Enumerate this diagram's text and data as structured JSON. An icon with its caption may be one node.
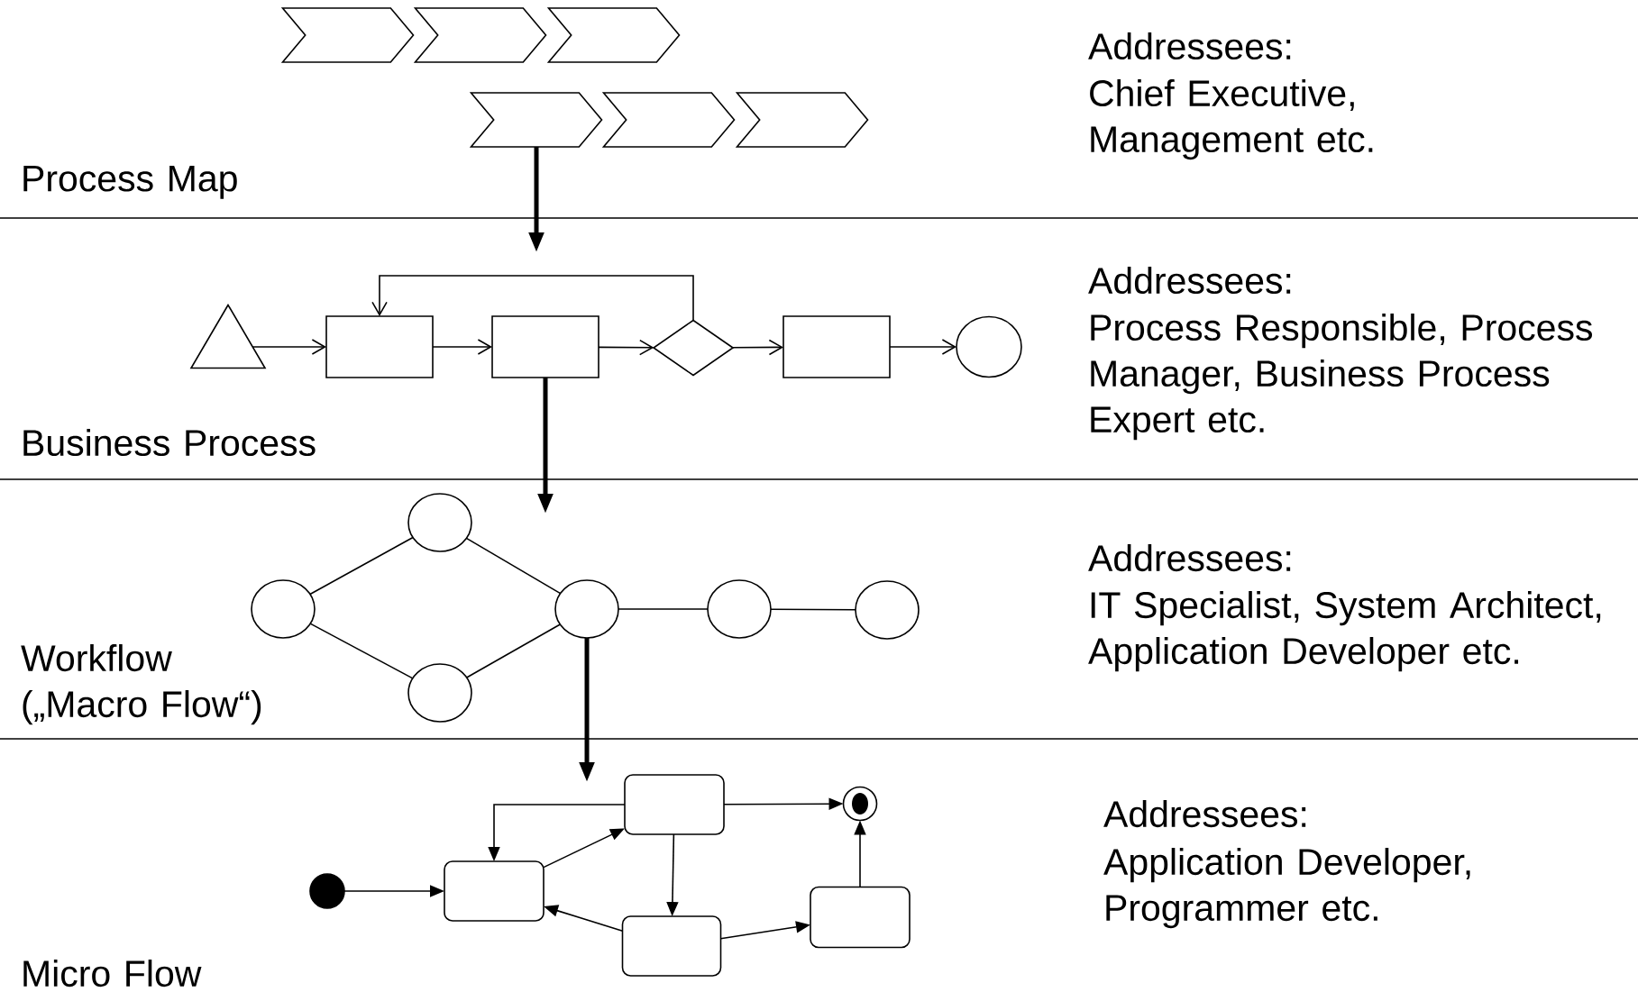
{
  "diagram": {
    "nodes": [
      {
        "text": [],
        "shape": "chevron"
      },
      {
        "text": [],
        "shape": "chevron"
      },
      {
        "text": [],
        "shape": "chevron"
      },
      {
        "text": [],
        "shape": "chevron"
      },
      {
        "text": [],
        "shape": "chevron"
      },
      {
        "text": [],
        "shape": "chevron"
      },
      {
        "text": [],
        "shape": "triangle"
      },
      {
        "text": [],
        "shape": "box"
      },
      {
        "text": [],
        "shape": "box"
      },
      {
        "text": [],
        "shape": "diamond"
      },
      {
        "text": [],
        "shape": "box"
      },
      {
        "text": [],
        "shape": "circle"
      },
      {
        "text": [],
        "shape": "circle"
      },
      {
        "text": [],
        "shape": "circle"
      },
      {
        "text": [],
        "shape": "circle"
      },
      {
        "text": [],
        "shape": "circle"
      },
      {
        "text": [],
        "shape": "circle"
      },
      {
        "text": [],
        "shape": "circle"
      },
      {
        "text": [],
        "shape": "dot"
      },
      {
        "text": [],
        "shape": "box"
      },
      {
        "text": [],
        "shape": "box"
      },
      {
        "text": [],
        "shape": "box"
      },
      {
        "text": [],
        "shape": "box"
      },
      {
        "text": [],
        "shape": "bullseye"
      }
    ],
    "edges": [
      {
        "from": 3,
        "to": null,
        "arrow": "to",
        "style": "thick"
      },
      {
        "from": 6,
        "to": 7,
        "arrow": "to"
      },
      {
        "from": 7,
        "to": 8,
        "arrow": "to"
      },
      {
        "from": 8,
        "to": 9,
        "arrow": "to"
      },
      {
        "from": 9,
        "to": 10,
        "arrow": "to"
      },
      {
        "from": 10,
        "to": 11,
        "arrow": "to"
      },
      {
        "from": 9,
        "to": 7,
        "arrow": "to"
      },
      {
        "from": 8,
        "to": null,
        "arrow": "to",
        "style": "thick"
      },
      {
        "from": 12,
        "to": 13,
        "arrow": "none"
      },
      {
        "from": 12,
        "to": 14,
        "arrow": "none"
      },
      {
        "from": 13,
        "to": 15,
        "arrow": "none"
      },
      {
        "from": 14,
        "to": 15,
        "arrow": "none"
      },
      {
        "from": 15,
        "to": 16,
        "arrow": "none"
      },
      {
        "from": 16,
        "to": 17,
        "arrow": "none"
      },
      {
        "from": 15,
        "to": null,
        "arrow": "to",
        "style": "thick"
      },
      {
        "from": 18,
        "to": 19,
        "arrow": "to"
      },
      {
        "from": 19,
        "to": 20,
        "arrow": "to"
      },
      {
        "from": 20,
        "to": 19,
        "arrow": "to"
      },
      {
        "from": 20,
        "to": 21,
        "arrow": "to"
      },
      {
        "from": 21,
        "to": 19,
        "arrow": "to"
      },
      {
        "from": 21,
        "to": 22,
        "arrow": "to"
      },
      {
        "from": 20,
        "to": 23,
        "arrow": "to"
      },
      {
        "from": 22,
        "to": 23,
        "arrow": "to"
      }
    ],
    "labels": [
      "Addressees:",
      "Chief Executive, Management etc.",
      "Process Map",
      "Addressees:",
      "Process Responsible, Process Manager, Business Process Expert etc.",
      "Business Process",
      "Addressees:",
      "IT Specialist, System Architect, Application Developer etc.",
      "Workflow („Macro Flow“)",
      "Addressees:",
      "Application Developer, Programmer etc.",
      "Micro Flow"
    ]
  }
}
